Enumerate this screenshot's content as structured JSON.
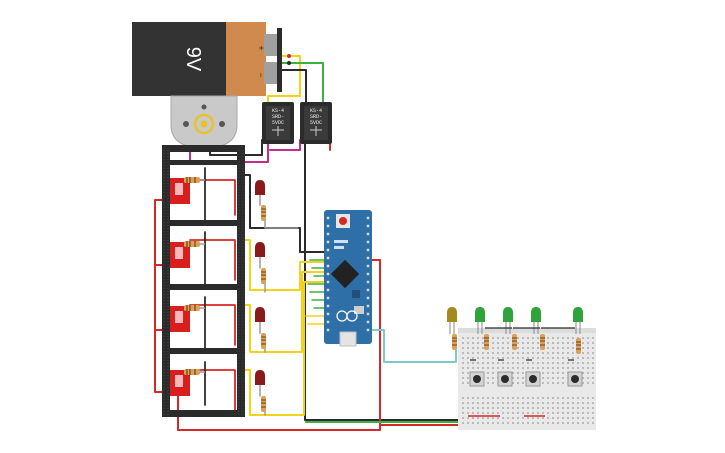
{
  "battery": {
    "label": "9V",
    "plus": "+",
    "minus": "−"
  },
  "relays": [
    {
      "text_lines": [
        "KS-4",
        "SRD-",
        "5VDC"
      ]
    },
    {
      "text_lines": [
        "KS-4",
        "SRD-",
        "5VDC"
      ]
    }
  ],
  "arduino": {
    "board": "Micro"
  },
  "colors": {
    "wire_red": "#d62828",
    "wire_black": "#2b2b2b",
    "wire_green": "#3cb043",
    "wire_yellow": "#f2d21b",
    "wire_magenta": "#c42c8c",
    "wire_teal": "#7fc9c9",
    "arduino_blue": "#2e6fa7",
    "sensor_red": "#d81e1e",
    "breadboard": "#e9e9e9"
  },
  "icons": [
    "battery-icon",
    "dc-motor-icon",
    "relay-icon",
    "led-icon",
    "resistor-icon",
    "pushbutton-icon",
    "pir-sensor-icon",
    "arduino-icon",
    "breadboard-icon"
  ]
}
